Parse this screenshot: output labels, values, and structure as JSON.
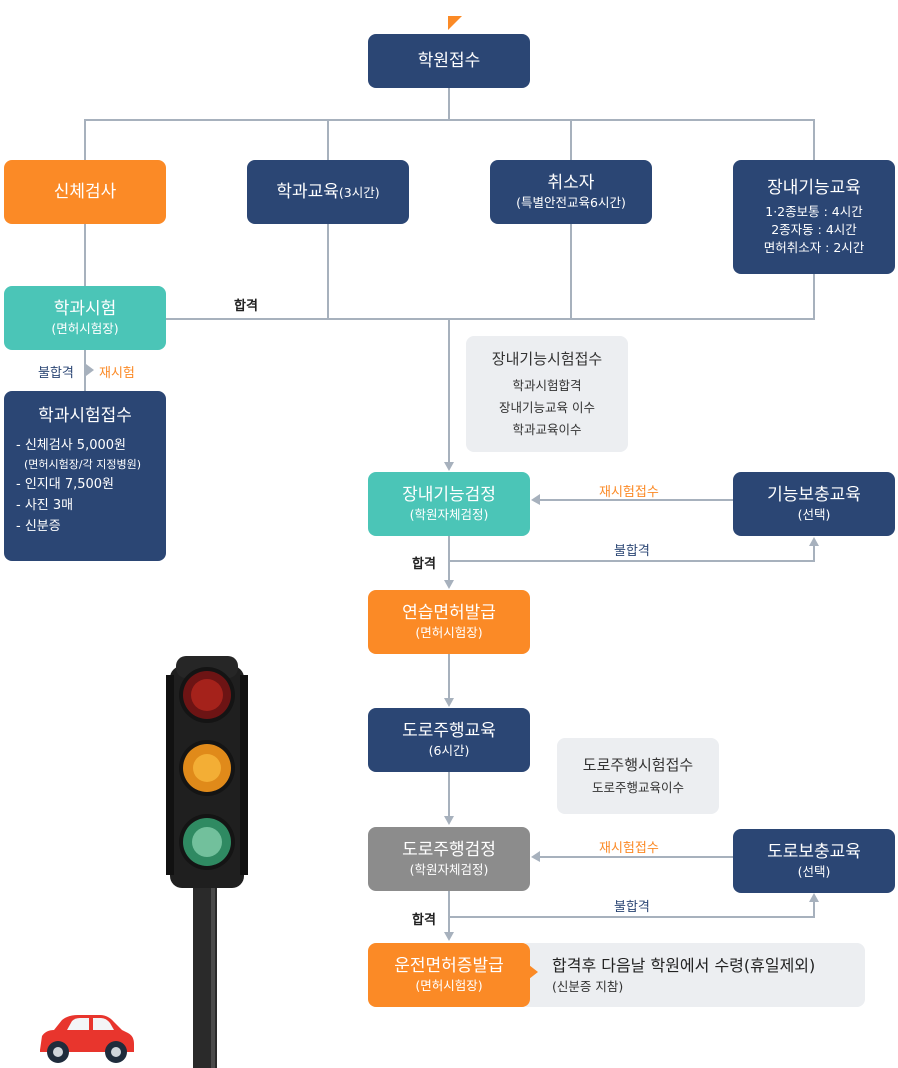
{
  "top": {
    "label": "학원접수"
  },
  "physical": {
    "label": "신체검사"
  },
  "academic_edu": {
    "label": "학과교육",
    "sub": "(3시간)"
  },
  "cancelled": {
    "label": "취소자",
    "sub": "(특별안전교육6시간)"
  },
  "onsite_edu": {
    "label": "장내기능교육",
    "lines": [
      "1·2종보통 : 4시간",
      "2종자동 : 4시간",
      "면허취소자 : 2시간"
    ]
  },
  "written_test": {
    "label": "학과시험",
    "sub": "(면허시험장)"
  },
  "pass_label": "합격",
  "fail_label": "불합격",
  "retest_label": "재시험",
  "written_reg": {
    "title": "학과시험접수",
    "items": [
      "- 신체검사 5,000원",
      "(면허시험장/각 지정병원)",
      "- 인지대 7,500원",
      "- 사진 3매",
      "- 신분증"
    ]
  },
  "onsite_reg_note": {
    "title": "장내기능시험접수",
    "lines": [
      "학과시험합격",
      "장내기능교육 이수",
      "학과교육이수"
    ]
  },
  "onsite_test": {
    "label": "장내기능검정",
    "sub": "(학원자체검정)"
  },
  "retest_reg_label": "재시험접수",
  "skill_extra": {
    "label": "기능보충교육",
    "sub": "(선택)"
  },
  "learner_permit": {
    "label": "연습면허발급",
    "sub": "(면허시험장)"
  },
  "road_edu": {
    "label": "도로주행교육",
    "sub": "(6시간)"
  },
  "road_reg_note": {
    "title": "도로주행시험접수",
    "lines": [
      "도로주행교육이수"
    ]
  },
  "road_test": {
    "label": "도로주행검정",
    "sub": "(학원자체검정)"
  },
  "road_extra": {
    "label": "도로보충교육",
    "sub": "(선택)"
  },
  "license_issue": {
    "label": "운전면허증발급",
    "sub": "(면허시험장)"
  },
  "issue_note": {
    "main": "합격후 다음날 학원에서 수령(휴일제외)",
    "sub": "(신분증 지참)"
  },
  "colors": {
    "navy": "#2b4674",
    "orange": "#fb8a26",
    "teal": "#4bc5b7",
    "gray": "#8c8c8c",
    "connector": "#a7b1bd"
  }
}
